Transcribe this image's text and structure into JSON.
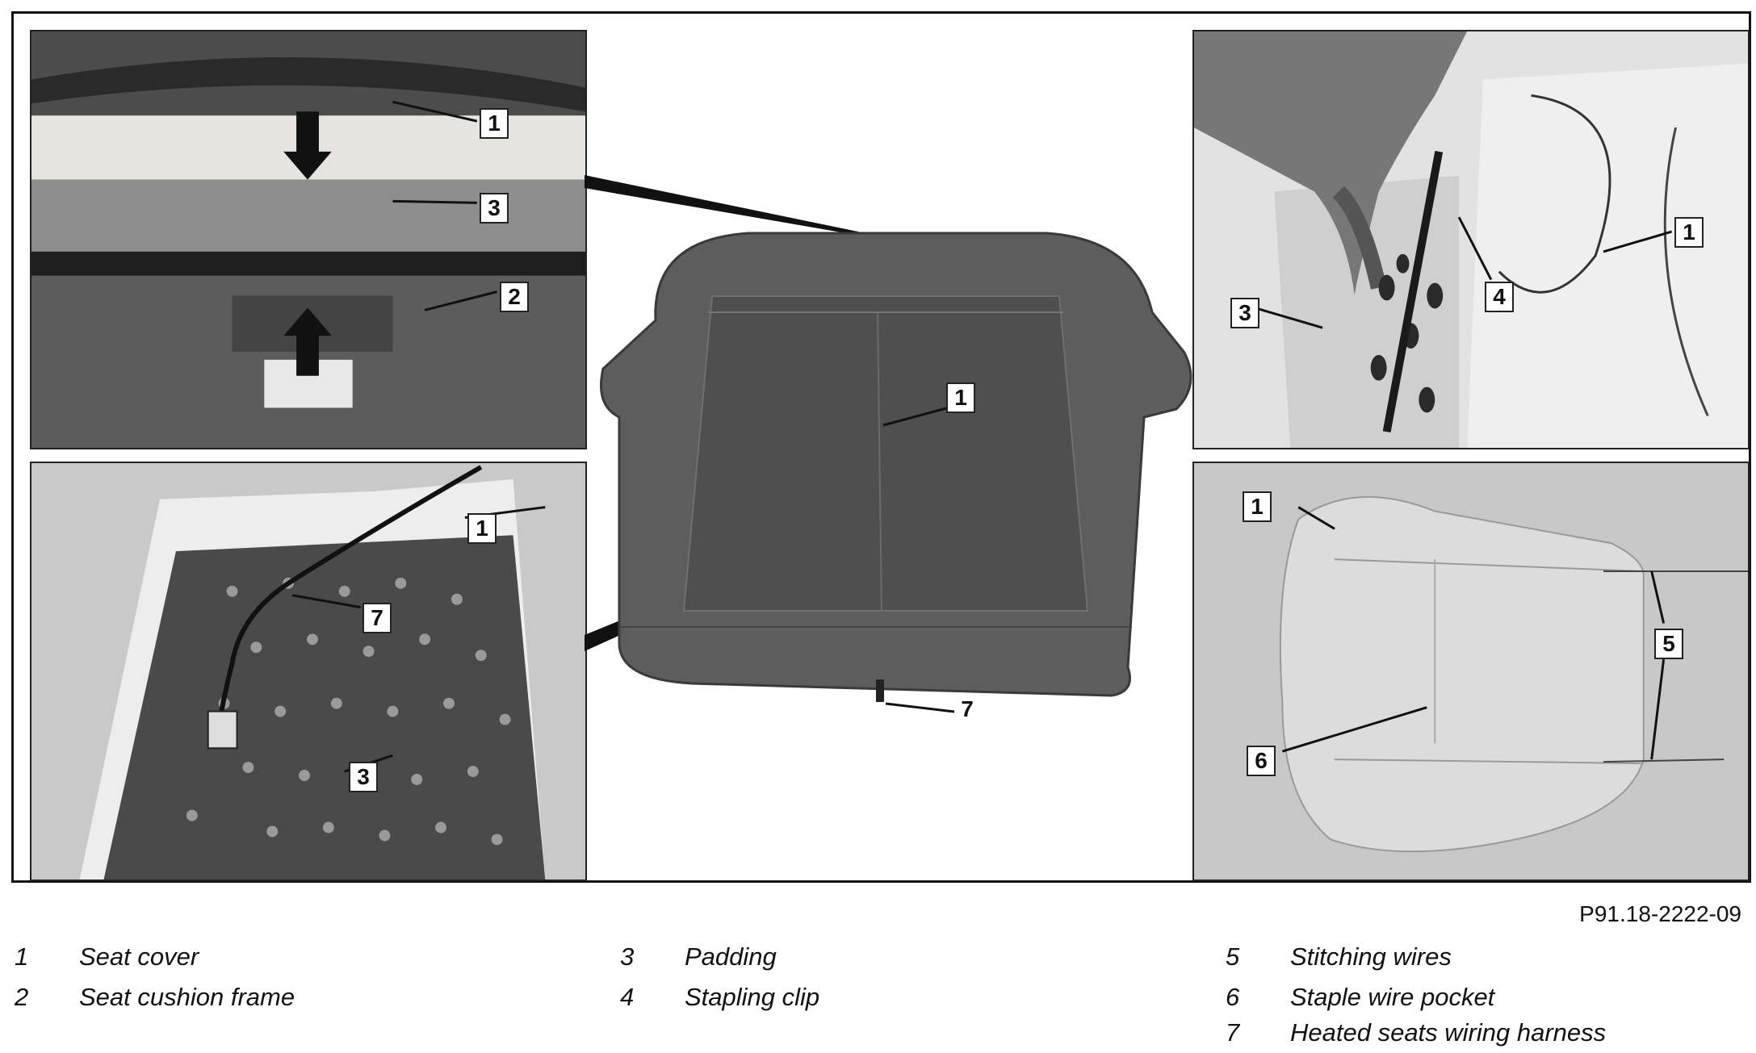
{
  "figure_id": "P91.18-2222-09",
  "callouts": {
    "tl": [
      "1",
      "3",
      "2"
    ],
    "bl": [
      "1",
      "7",
      "3"
    ],
    "center": [
      "1",
      "7"
    ],
    "tr": [
      "4",
      "1",
      "3"
    ],
    "br": [
      "1",
      "5",
      "6"
    ]
  },
  "legend": [
    {
      "num": "1",
      "label": "Seat cover"
    },
    {
      "num": "2",
      "label": "Seat cushion frame"
    },
    {
      "num": "3",
      "label": "Padding"
    },
    {
      "num": "4",
      "label": "Stapling clip"
    },
    {
      "num": "5",
      "label": "Stitching wires"
    },
    {
      "num": "6",
      "label": "Staple wire pocket"
    },
    {
      "num": "7",
      "label": "Heated seats wiring harness"
    }
  ]
}
